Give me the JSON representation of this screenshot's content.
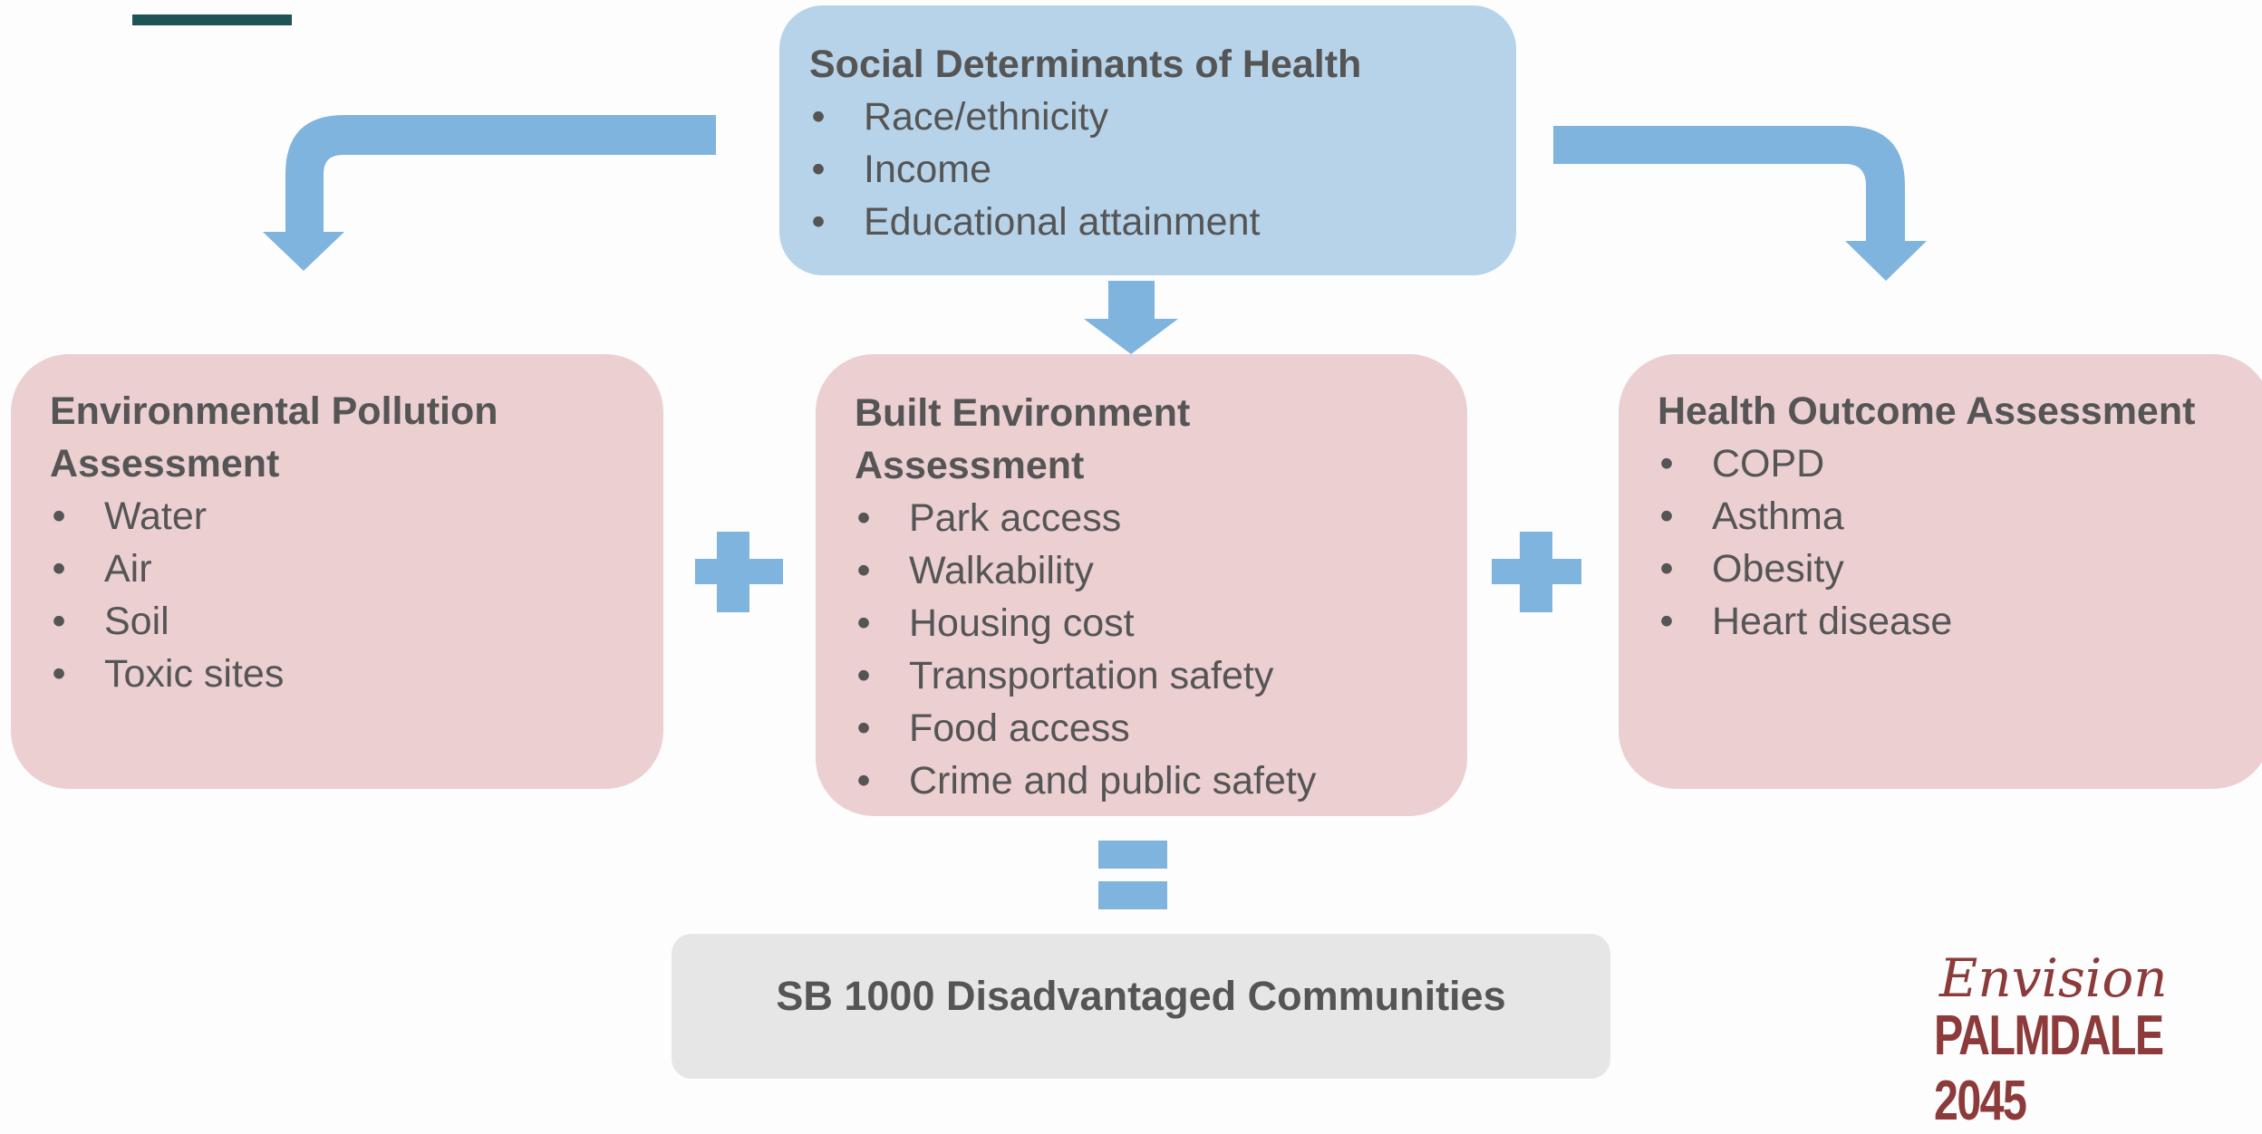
{
  "diagram": {
    "social_determinants": {
      "title": "Social Determinants of Health",
      "items": [
        "Race/ethnicity",
        "Income",
        "Educational attainment"
      ]
    },
    "environmental_pollution": {
      "title_line1": "Environmental Pollution",
      "title_line2": "Assessment",
      "items": [
        "Water",
        "Air",
        "Soil",
        "Toxic sites"
      ]
    },
    "built_environment": {
      "title_line1": "Built Environment",
      "title_line2": "Assessment",
      "items": [
        "Park access",
        "Walkability",
        "Housing cost",
        "Transportation safety",
        "Food access",
        "Crime and public safety"
      ]
    },
    "health_outcome": {
      "title": "Health Outcome Assessment",
      "items": [
        "COPD",
        "Asthma",
        "Obesity",
        "Heart disease"
      ]
    },
    "result": {
      "title": "SB 1000 Disadvantaged Communities"
    },
    "bullet": "•"
  },
  "logo": {
    "script": "Envision",
    "wordmark": "PALMDALE 2045"
  },
  "colors": {
    "blue_box": "#b7d3e9",
    "pink_box": "#eccfd1",
    "gray_box": "#e6e6e6",
    "arrow_blue": "#7fb4de",
    "text": "#555555",
    "logo": "#8c3a3a",
    "accent_bar": "#1f5456"
  }
}
